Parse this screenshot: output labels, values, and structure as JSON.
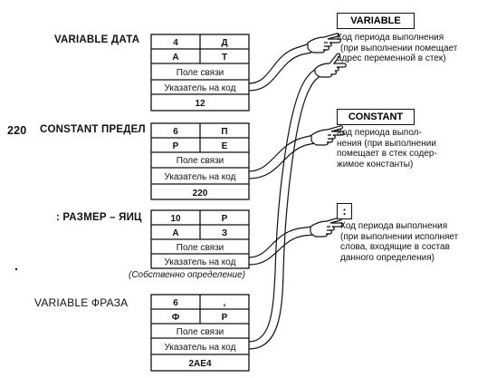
{
  "labels": {
    "variable_data": "VARIABLE ДАТА",
    "constant_number": "220",
    "constant_name": "CONSTANT ПРЕДЕЛ",
    "colon_def": ": РАЗМЕР – ЯИЦ",
    "variable_phrase": "VARIABLE ФРАЗА",
    "own_definition": "(Собственно  определение)"
  },
  "blocks": [
    {
      "row1": [
        "4",
        "Д"
      ],
      "row2": [
        "А",
        "Т"
      ],
      "link": "Поле связи",
      "code": "Указатель на код",
      "param": "12"
    },
    {
      "row1": [
        "6",
        "П"
      ],
      "row2": [
        "Р",
        "Е"
      ],
      "link": "Поле связи",
      "code": "Указатель на код",
      "param": "220"
    },
    {
      "row1": [
        "10",
        "Р"
      ],
      "row2": [
        "А",
        "З"
      ],
      "link": "Поле связи",
      "code": "Указатель на код",
      "param": ""
    },
    {
      "row1": [
        "6",
        ","
      ],
      "row2": [
        "Ф",
        "Р"
      ],
      "link": "Поле связи",
      "code": "Указатель на код",
      "param": "2АЕ4"
    }
  ],
  "routines": [
    {
      "header": "VARIABLE",
      "lines": [
        "Код периода выполнения",
        "(при выполнении помещает",
        "адрес переменной в стек)"
      ]
    },
    {
      "header": "CONSTANT",
      "lines": [
        "Код периода выпол-",
        "нения  (при выполнении",
        "помещает в стек содер-",
        "жимое константы)"
      ]
    },
    {
      "header": ":",
      "lines": [
        "Код периода выполнения",
        "(при выполнении исполняет",
        "слова, входящие в состав",
        "данного определения)"
      ]
    }
  ]
}
